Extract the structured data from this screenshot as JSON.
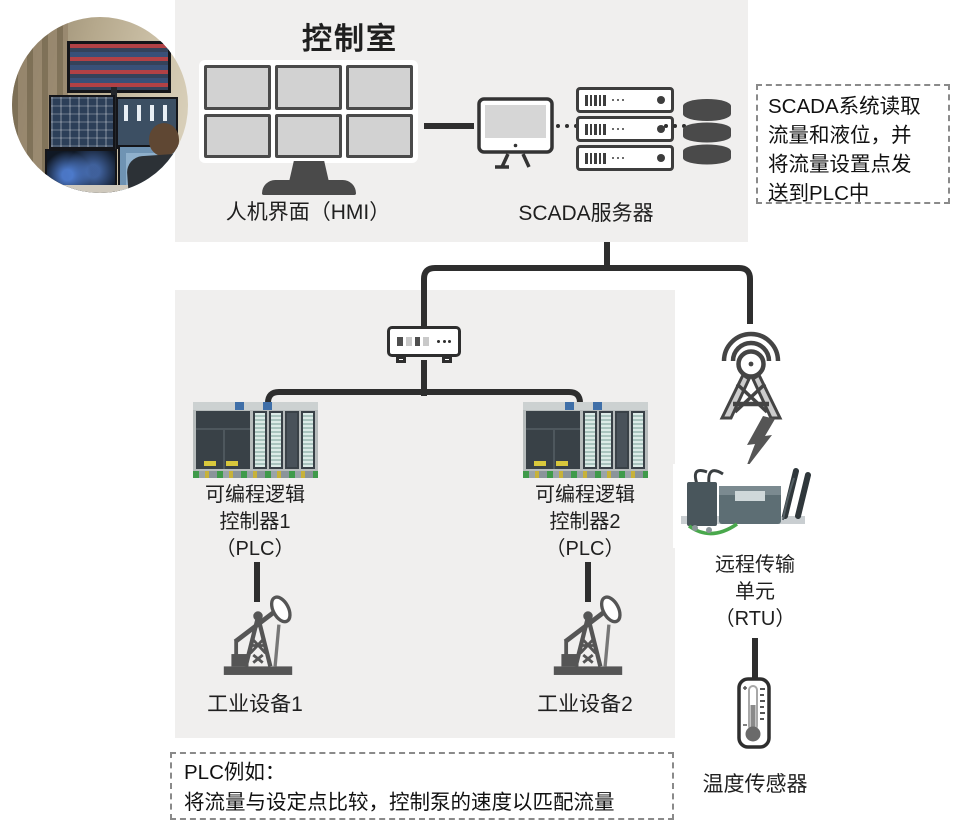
{
  "colors": {
    "panel_bg": "#f0efee",
    "line": "#2e2e2e",
    "icon_dark": "#4a4a4a",
    "text": "#1a1a1a"
  },
  "control_room": {
    "title": "控制室",
    "hmi_label": "人机界面（HMI）",
    "server_label": "SCADA服务器"
  },
  "scada_note": {
    "lines": [
      "SCADA系统读取",
      "流量和液位，并",
      "将流量设置点发",
      "送到PLC中"
    ]
  },
  "plc1": {
    "lines": [
      "可编程逻辑",
      "控制器1",
      "（PLC）"
    ]
  },
  "plc2": {
    "lines": [
      "可编程逻辑",
      "控制器2",
      "（PLC）"
    ]
  },
  "equipment1_label": "工业设备1",
  "equipment2_label": "工业设备2",
  "rtu": {
    "lines": [
      "远程传输",
      "单元",
      "（RTU）"
    ]
  },
  "temp_sensor_label": "温度传感器",
  "plc_note": {
    "lines": [
      "PLC例如：",
      "将流量与设定点比较，控制泵的速度以匹配流量"
    ]
  }
}
